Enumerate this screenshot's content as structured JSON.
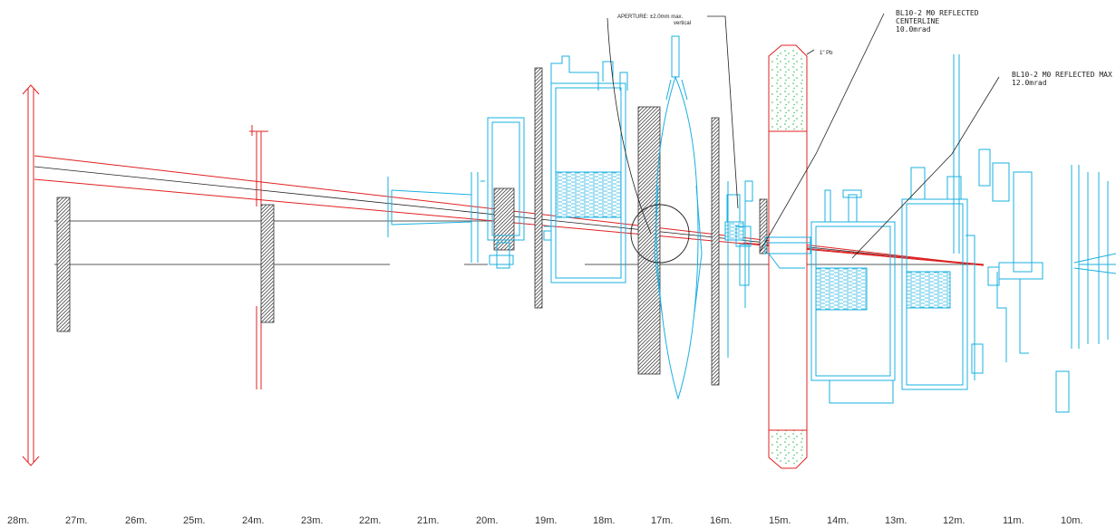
{
  "annotations": {
    "aperture_line1": "APERTURE: ±2.0mm max.",
    "aperture_line2": "vertical",
    "lead_label": "1\" Pb",
    "centerline_line1": "BL10-2 M0 REFLECTED",
    "centerline_line2": "CENTERLINE",
    "centerline_line3": "10.0mrad",
    "max_line1": "BL10-2 M0 REFLECTED MAX",
    "max_line2": "12.0mrad"
  },
  "axis": {
    "ticks": [
      "28m.",
      "27m.",
      "26m.",
      "25m.",
      "24m.",
      "23m.",
      "22m.",
      "21m.",
      "20m.",
      "19m.",
      "18m.",
      "17m.",
      "16m.",
      "15m.",
      "14m.",
      "13m.",
      "12m.",
      "11m.",
      "10m."
    ]
  },
  "colors": {
    "beam": "#e02020",
    "component": "#1ab0e0",
    "reference": "#222222",
    "shielding": "#777777",
    "lead_fill": "#33bb55"
  }
}
